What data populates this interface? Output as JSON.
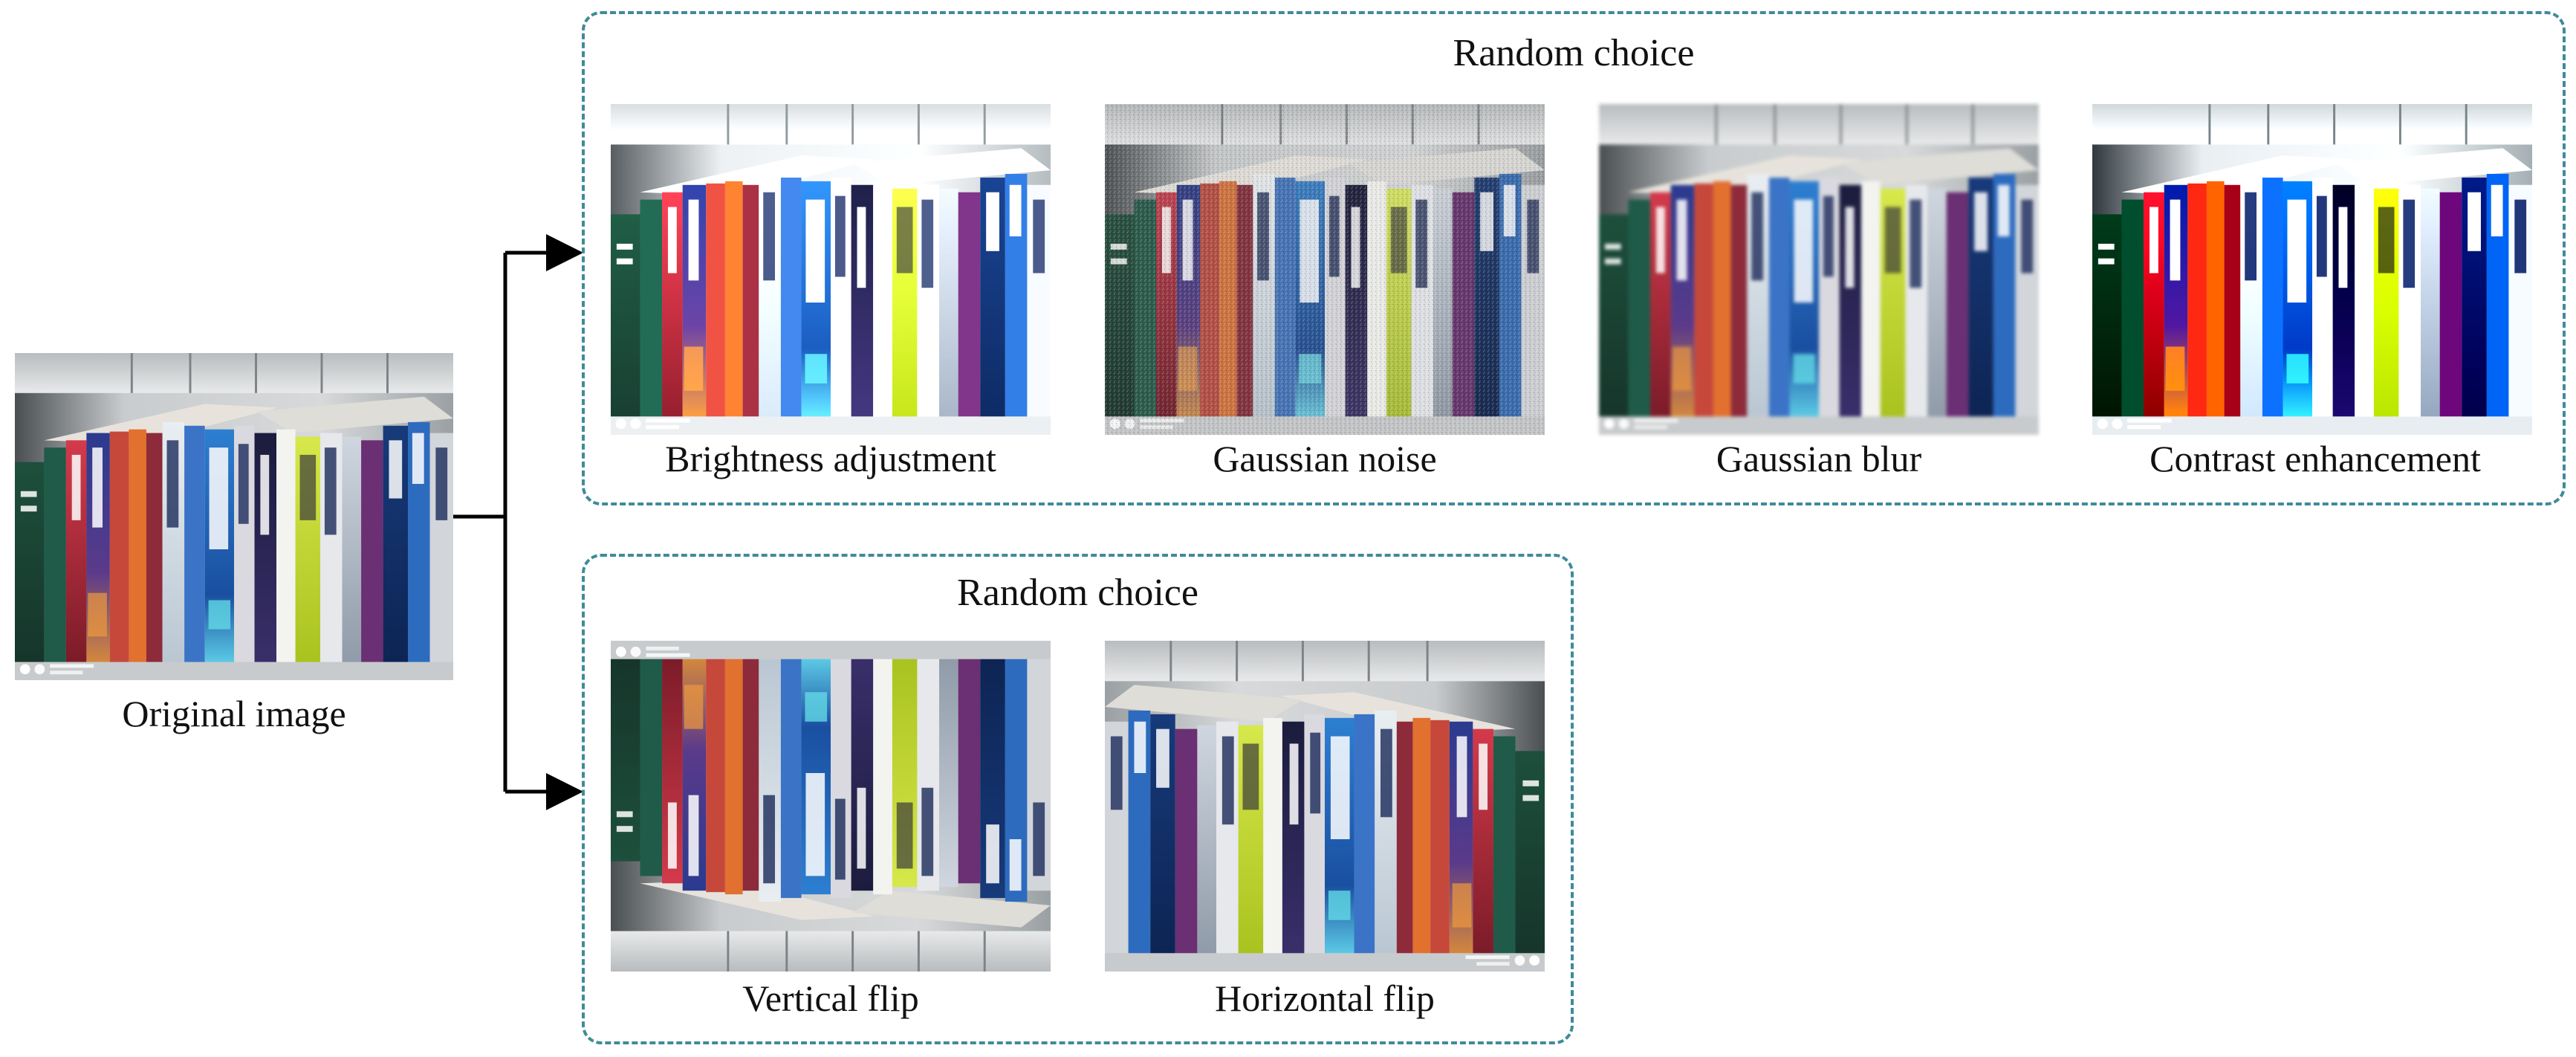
{
  "original": {
    "label": "Original image"
  },
  "group_top": {
    "title": "Random choice",
    "items": [
      {
        "label": "Brightness adjustment"
      },
      {
        "label": "Gaussian noise"
      },
      {
        "label": "Gaussian blur"
      },
      {
        "label": "Contrast enhancement"
      }
    ]
  },
  "group_bottom": {
    "title": "Random choice",
    "items": [
      {
        "label": "Vertical flip"
      },
      {
        "label": "Horizontal flip"
      }
    ]
  },
  "colors": {
    "group_border": "#3f8b99",
    "arrow": "#000000"
  }
}
